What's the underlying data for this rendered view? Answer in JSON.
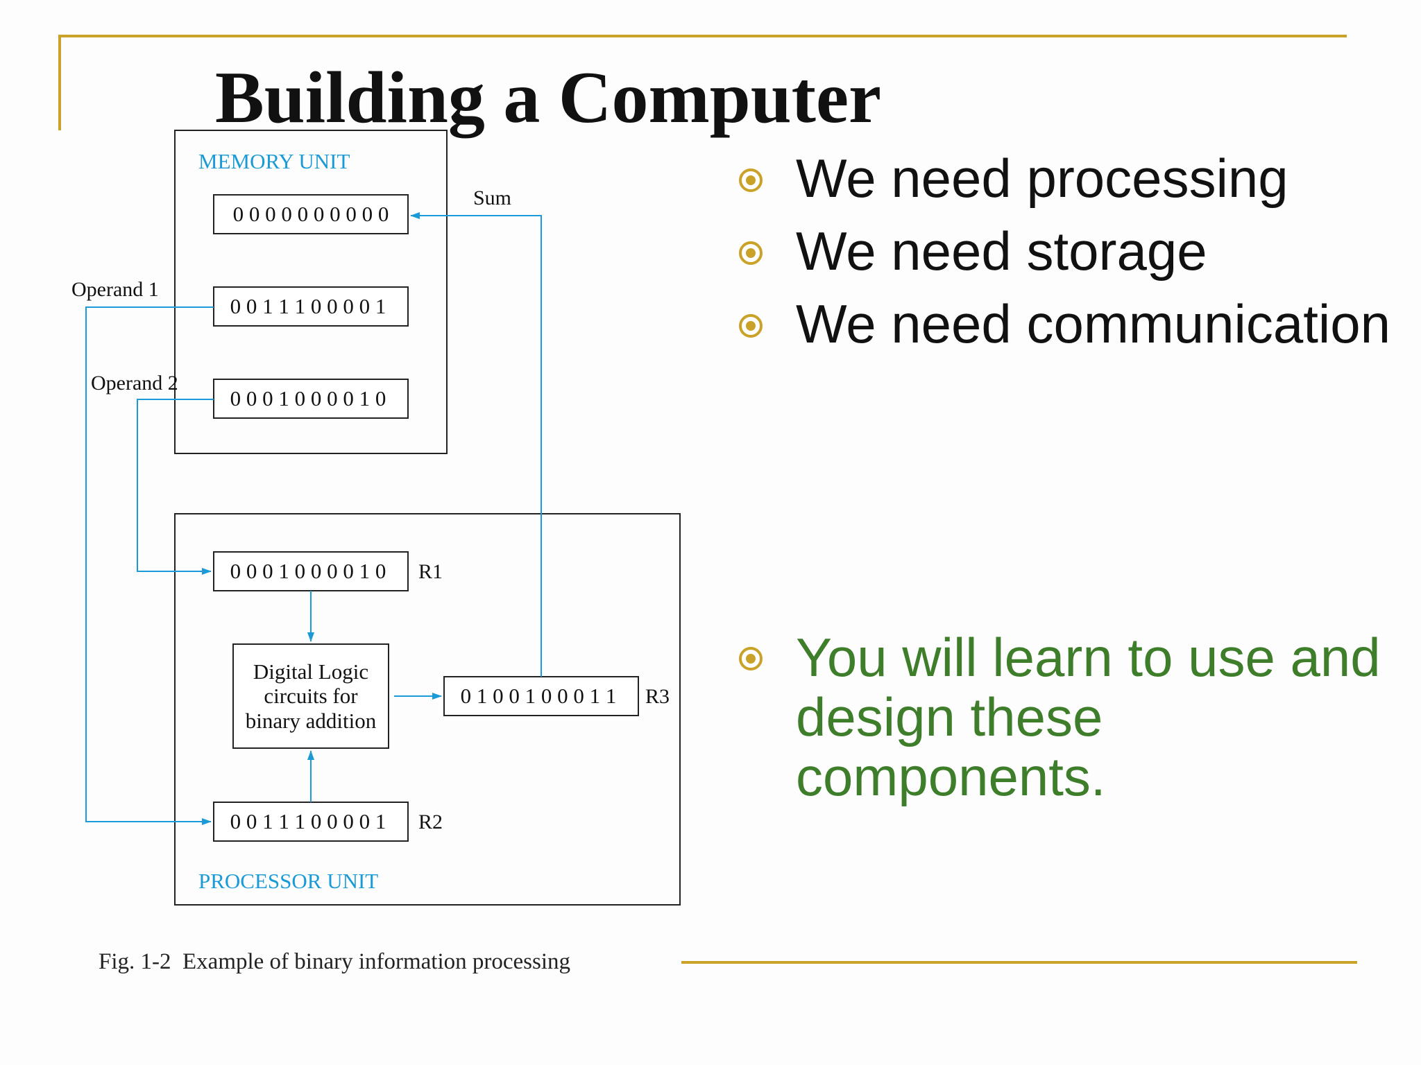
{
  "slide": {
    "title": "Building a Computer"
  },
  "diagram": {
    "memory_unit_label": "MEMORY UNIT",
    "processor_unit_label": "PROCESSOR UNIT",
    "sum_label": "Sum",
    "operand1_label": "Operand 1",
    "operand2_label": "Operand 2",
    "memory_words": [
      "0 0 0 0 0 0 0 0 0 0",
      "0 0 1 1 1 0 0 0 0 1",
      "0 0 0 1 0 0 0 0 1 0"
    ],
    "r1_value": "0 0 0 1 0 0 0 0 1 0",
    "r1_label": "R1",
    "r2_value": "0 0 1 1 1 0 0 0 0 1",
    "r2_label": "R2",
    "r3_value": "0 1 0 0 1 0 0 0 1 1",
    "r3_label": "R3",
    "logic_lines": [
      "Digital Logic",
      "circuits for",
      "binary addition"
    ],
    "caption": "Fig. 1-2  Example of binary information processing",
    "colors": {
      "accent_blue": "#1a9ad6",
      "box_stroke": "#222222"
    }
  },
  "bullets": [
    "We need processing",
    "We need storage",
    "We need communication"
  ],
  "highlight": "You will learn to use and design these components.",
  "colors": {
    "gold": "#c9a227",
    "green": "#3e7d2a",
    "text": "#111111"
  }
}
